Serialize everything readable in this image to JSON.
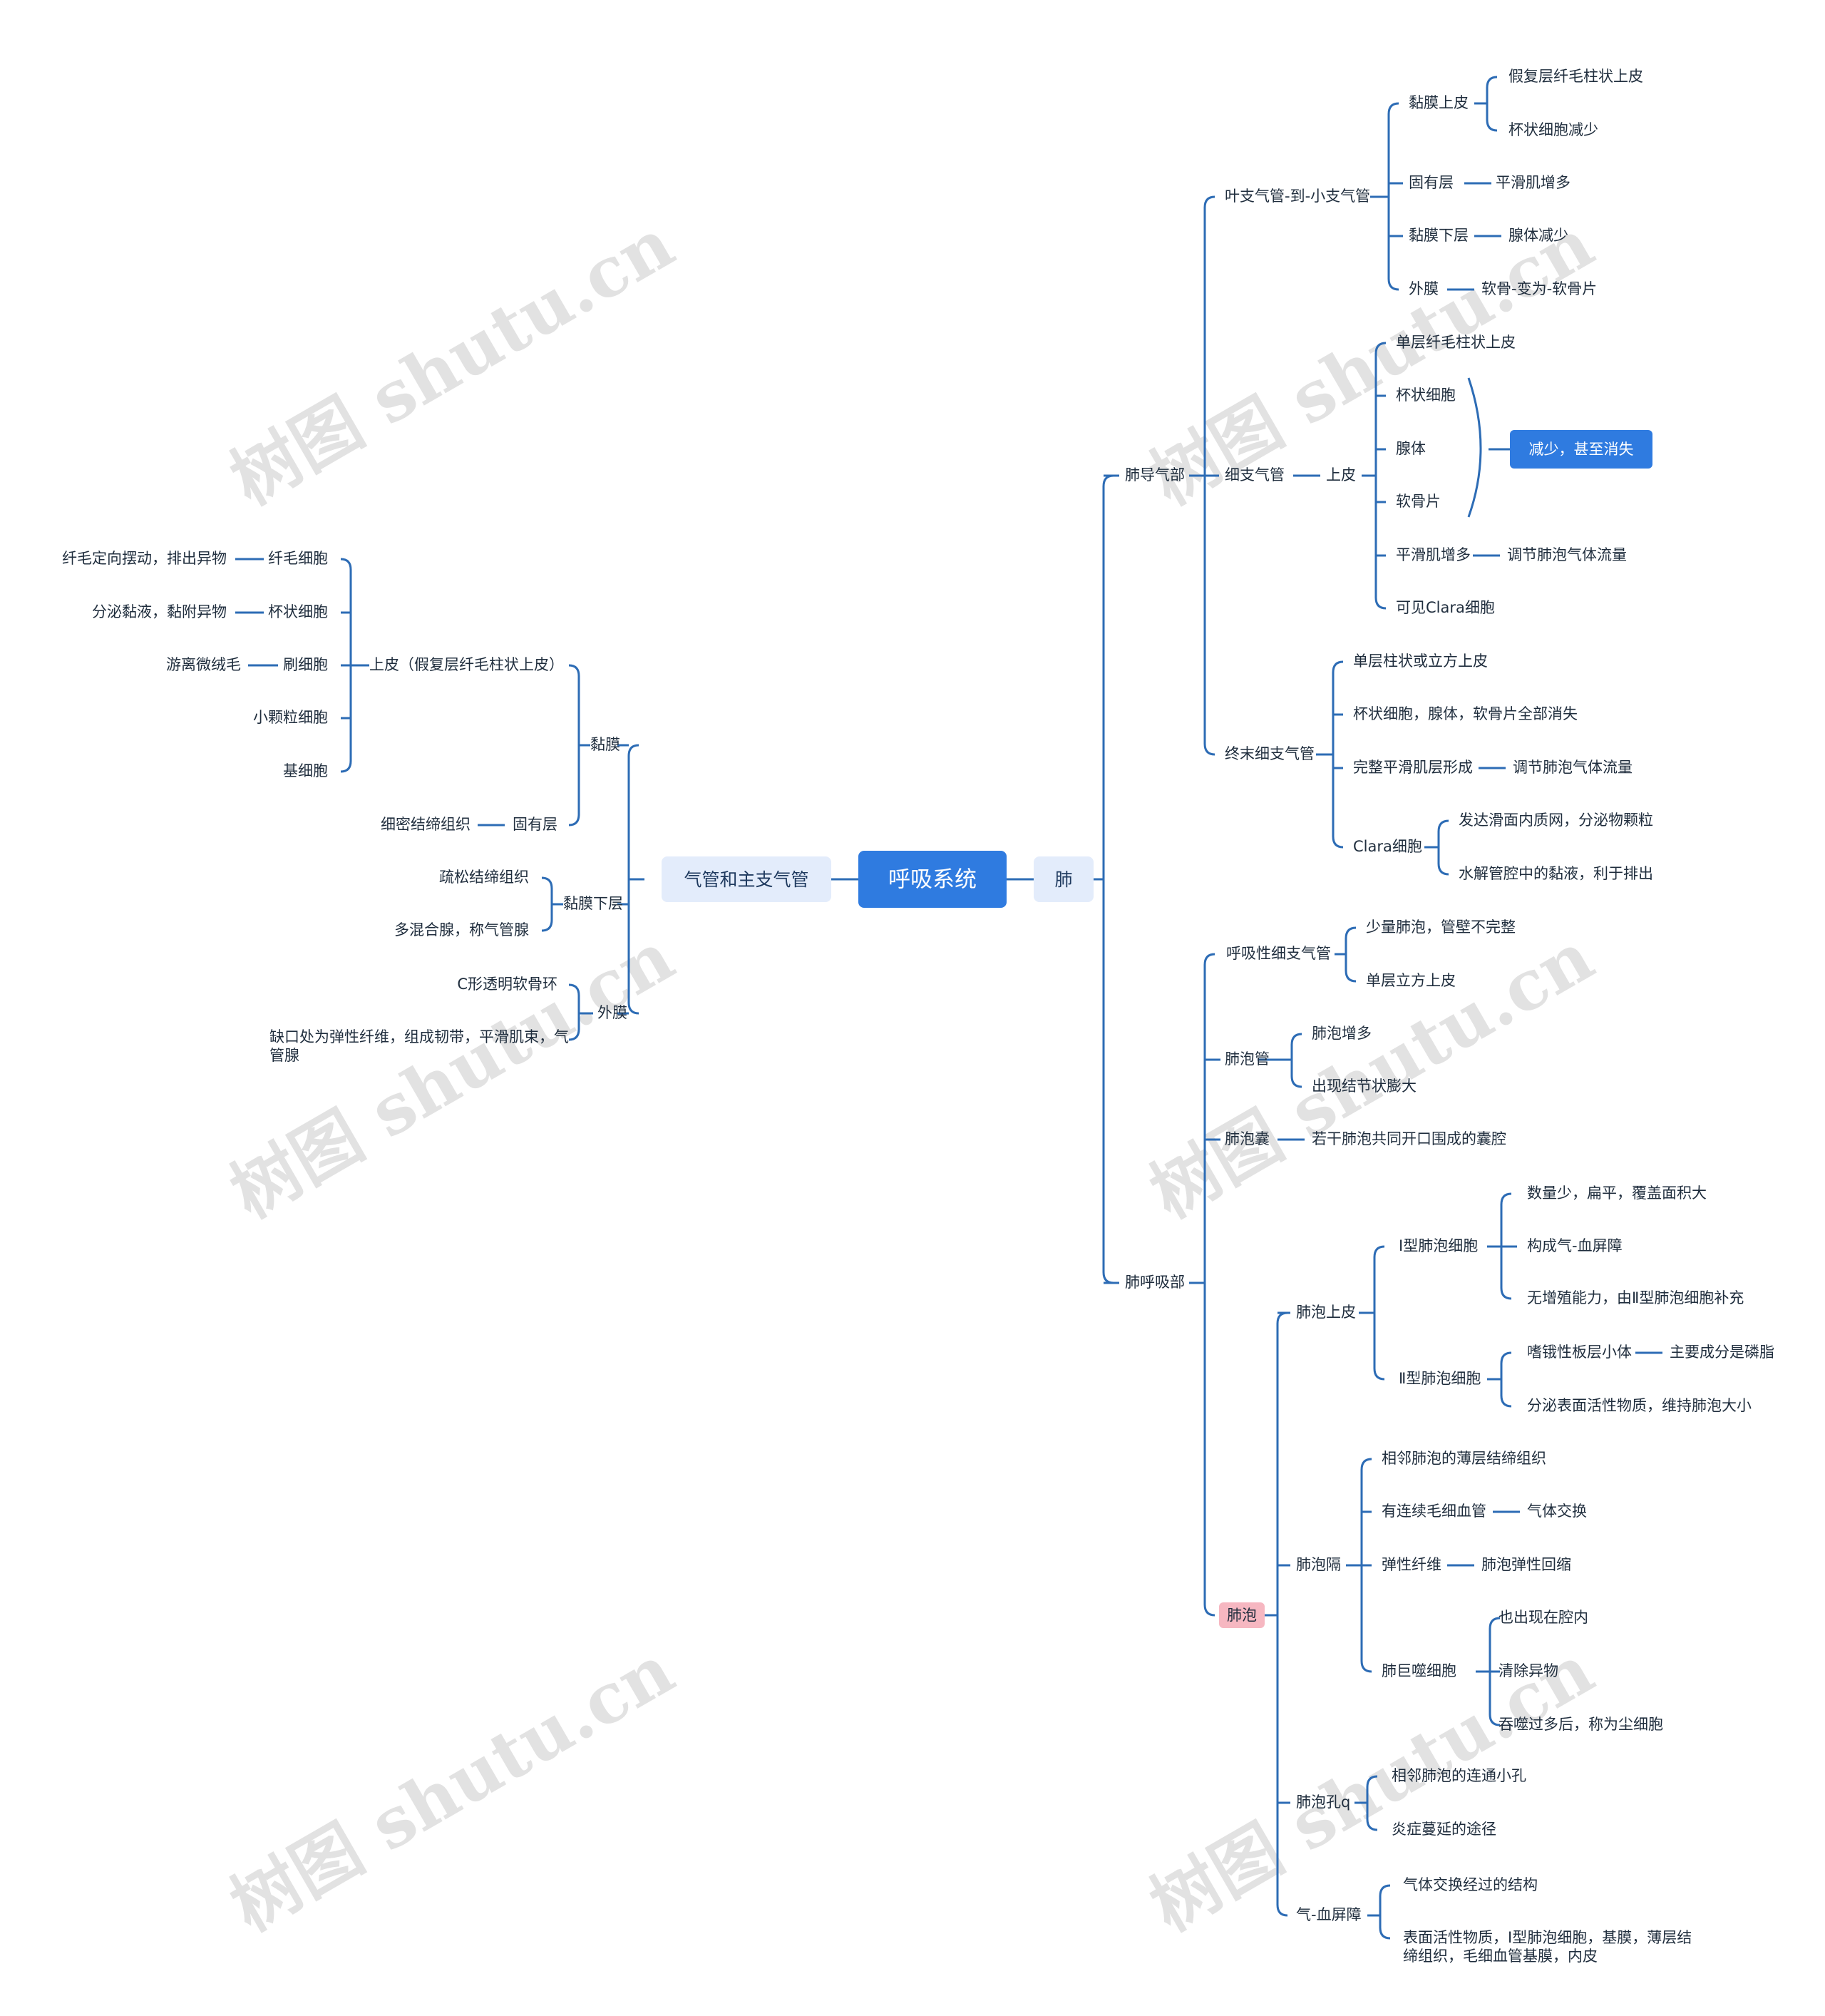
{
  "root": "呼吸系统",
  "left": {
    "label": "气管和主支气管",
    "nodes": {
      "mucosa": "黏膜",
      "epithelium": "上皮（假复层纤毛柱状上皮）",
      "ciliated": "纤毛细胞",
      "ciliated_desc": "纤毛定向摆动，排出异物",
      "goblet": "杯状细胞",
      "goblet_desc": "分泌黏液，黏附异物",
      "brush": "刷细胞",
      "brush_desc": "游离微绒毛",
      "small_granule": "小颗粒细胞",
      "basal": "基细胞",
      "lamina": "固有层",
      "lamina_desc": "细密结缔组织",
      "submucosa": "黏膜下层",
      "sub_loose": "疏松结缔组织",
      "sub_glands": "多混合腺，称气管腺",
      "adventitia": "外膜",
      "adv_cartilage": "C形透明软骨环",
      "adv_gap_1": "缺口处为弹性纤维，组成韧带，平滑肌束，气",
      "adv_gap_2": "管腺"
    }
  },
  "right": {
    "label": "肺",
    "nodes": {
      "conducting": "肺导气部",
      "lobar": "叶支气管-到-小支气管",
      "lobar_mucosa": "黏膜上皮",
      "lobar_pseudo": "假复层纤毛柱状上皮",
      "lobar_goblet": "杯状细胞减少",
      "lobar_lamina": "固有层",
      "lobar_smooth": "平滑肌增多",
      "lobar_sub": "黏膜下层",
      "lobar_gland": "腺体减少",
      "lobar_adv": "外膜",
      "lobar_cart": "软骨-变为-软骨片",
      "bronchiole": "细支气管",
      "br_epi": "上皮",
      "br_simple": "单层纤毛柱状上皮",
      "br_goblet": "杯状细胞",
      "br_gland": "腺体",
      "br_cart": "软骨片",
      "br_highlight": "减少，甚至消失",
      "br_smooth": "平滑肌增多",
      "br_smooth_fn": "调节肺泡气体流量",
      "br_clara": "可见Clara细胞",
      "terminal": "终末细支气管",
      "t_simple": "单层柱状或立方上皮",
      "t_gone": "杯状细胞，腺体，软骨片全部消失",
      "t_smooth": "完整平滑肌层形成",
      "t_smooth_fn": "调节肺泡气体流量",
      "t_clara": "Clara细胞",
      "t_clara_1": "发达滑面内质网，分泌物颗粒",
      "t_clara_2": "水解管腔中的黏液，利于排出",
      "respiratory": "肺呼吸部",
      "resp_br": "呼吸性细支气管",
      "resp_br_1": "少量肺泡，管壁不完整",
      "resp_br_2": "单层立方上皮",
      "duct": "肺泡管",
      "duct_1": "肺泡增多",
      "duct_2": "出现结节状膨大",
      "sac": "肺泡囊",
      "sac_1": "若干肺泡共同开口围成的囊腔",
      "alveolus": "肺泡",
      "alv_epi": "肺泡上皮",
      "type1": "Ⅰ型肺泡细胞",
      "type1_a": "数量少，扁平，覆盖面积大",
      "type1_b": "构成气-血屏障",
      "type1_c": "无增殖能力，由Ⅱ型肺泡细胞补充",
      "type2": "Ⅱ型肺泡细胞",
      "type2_a": "嗜锇性板层小体",
      "type2_a1": "主要成分是磷脂",
      "type2_b": "分泌表面活性物质，维持肺泡大小",
      "septum": "肺泡隔",
      "sep_1": "相邻肺泡的薄层结缔组织",
      "sep_cap": "有连续毛细血管",
      "sep_cap_fn": "气体交换",
      "sep_elastic": "弹性纤维",
      "sep_elastic_fn": "肺泡弹性回缩",
      "macro": "肺巨噬细胞",
      "macro_1": "也出现在腔内",
      "macro_2": "清除异物",
      "macro_3": "吞噬过多后，称为尘细胞",
      "pore": "肺泡孔q",
      "pore_1": "相邻肺泡的连通小孔",
      "pore_2": "炎症蔓延的途径",
      "barrier": "气-血屏障",
      "barrier_1": "气体交换经过的结构",
      "barrier_2a": "表面活性物质，Ⅰ型肺泡细胞，基膜，薄层结",
      "barrier_2b": "缔组织，毛细血管基膜，内皮"
    }
  },
  "watermark": "树图 shutu.cn",
  "colors": {
    "line": "#2d6cb5",
    "root_fill": "#2f7be0",
    "l1_fill": "#e3ecfb",
    "highlight_fill": "#2f7be0",
    "pink_fill": "#f6b7c1",
    "text": "#1f2d3d"
  }
}
